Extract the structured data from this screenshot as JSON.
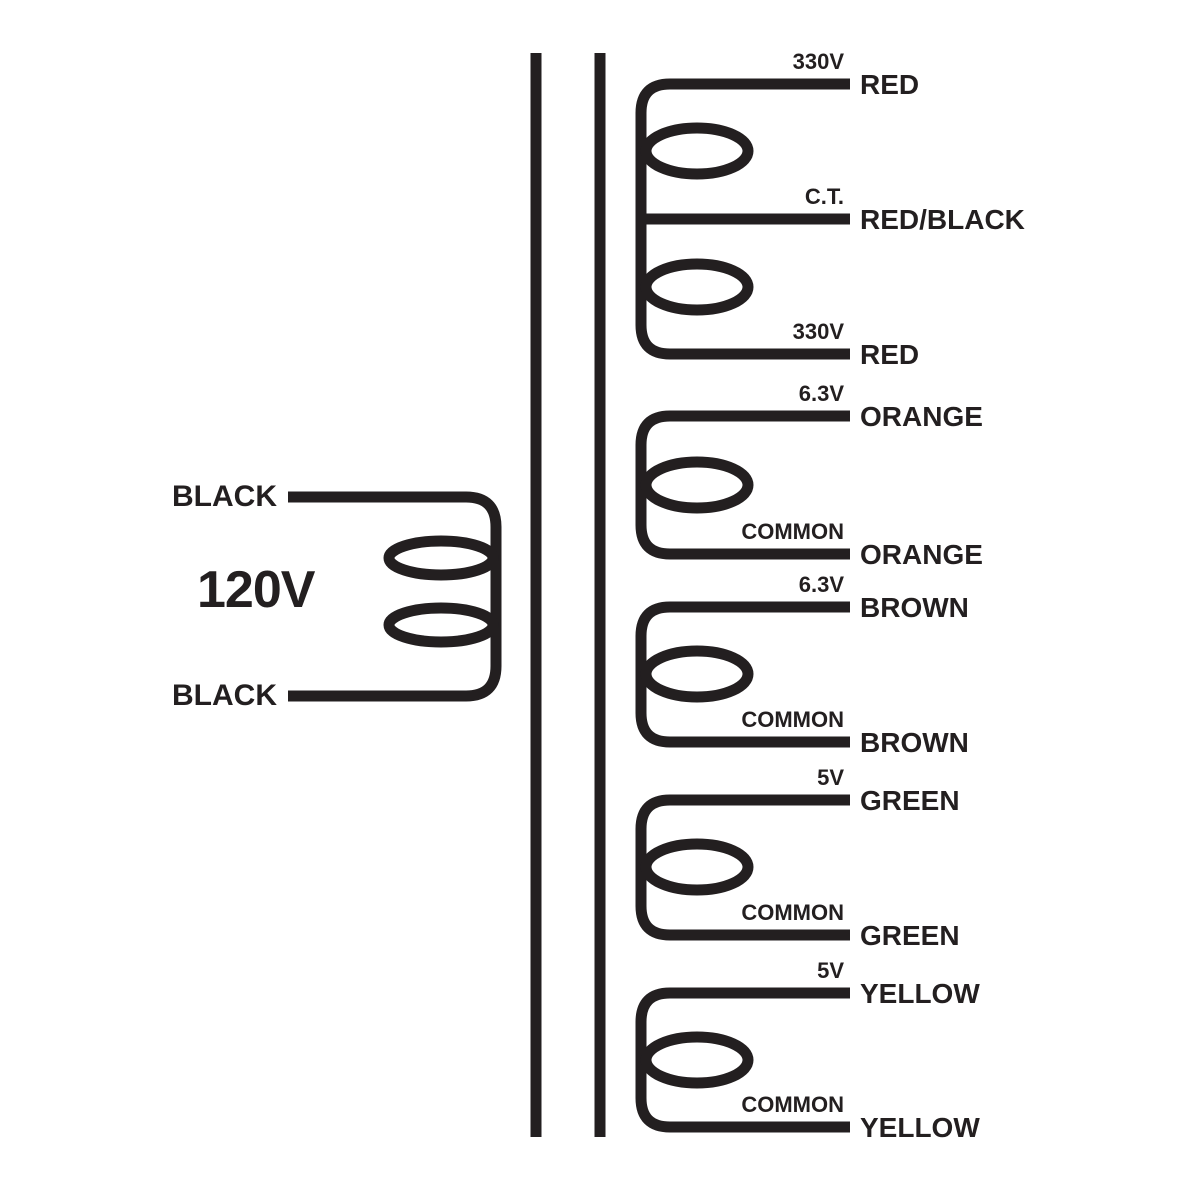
{
  "primary": {
    "voltage_label": "120V",
    "leads": [
      {
        "color": "BLACK"
      },
      {
        "color": "BLACK"
      }
    ]
  },
  "secondary_terminals": [
    {
      "tag": "330V",
      "color": "RED"
    },
    {
      "tag": "C.T.",
      "color": "RED/BLACK"
    },
    {
      "tag": "330V",
      "color": "RED"
    },
    {
      "tag": "6.3V",
      "color": "ORANGE"
    },
    {
      "tag": "COMMON",
      "color": "ORANGE"
    },
    {
      "tag": "6.3V",
      "color": "BROWN"
    },
    {
      "tag": "COMMON",
      "color": "BROWN"
    },
    {
      "tag": "5V",
      "color": "GREEN"
    },
    {
      "tag": "COMMON",
      "color": "GREEN"
    },
    {
      "tag": "5V",
      "color": "YELLOW"
    },
    {
      "tag": "COMMON",
      "color": "YELLOW"
    }
  ],
  "colors": {
    "ink": "#231f20",
    "background": "#ffffff"
  }
}
